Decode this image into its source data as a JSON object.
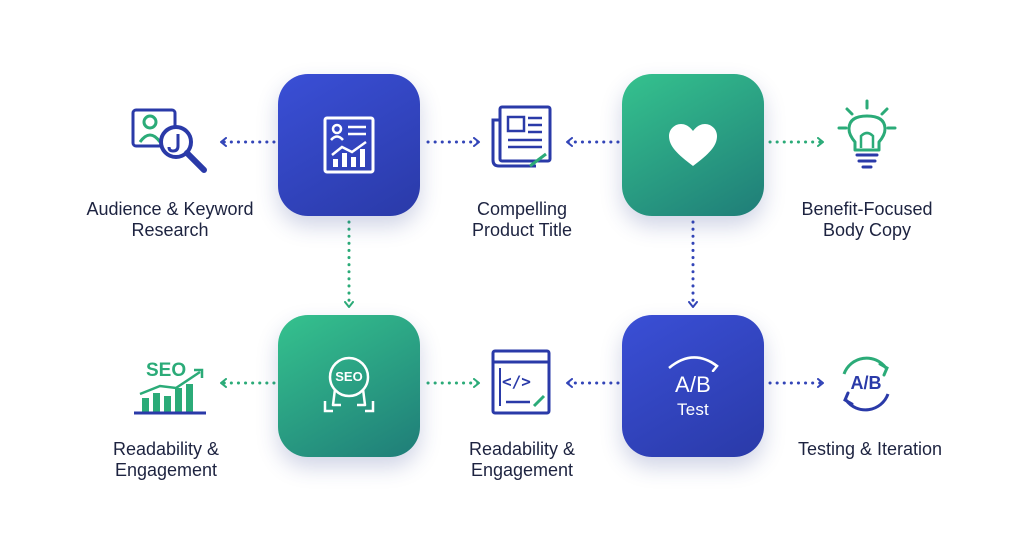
{
  "colors": {
    "blue": "#3a4fd6",
    "blue_dark": "#2a3aa8",
    "green": "#35c28e",
    "teal": "#1f7d78",
    "ink": "#1d2340",
    "arrow_blue": "#3345b8",
    "arrow_green": "#2bab78"
  },
  "labels": {
    "audience": [
      "Audience & Keyword",
      "Research"
    ],
    "title": [
      "Compelling",
      "Product Title"
    ],
    "benefit": [
      "Benefit-Focused",
      "Body Copy"
    ],
    "readability_left": [
      "Readability &",
      "Engagement"
    ],
    "readability_mid": [
      "Readability &",
      "Engagement"
    ],
    "testing": [
      "Testing & Iteration"
    ]
  },
  "tiles": {
    "research": {
      "icon": "report-chart-icon",
      "color": "blue"
    },
    "benefit": {
      "icon": "heart-icon",
      "color": "green"
    },
    "seo": {
      "icon": "seo-badge-icon",
      "color": "green",
      "text": "SEO"
    },
    "ab_test": {
      "icon": "ab-test-icon",
      "color": "blue",
      "text_top": "A/B",
      "text_bottom": "Test"
    }
  },
  "side_icons": {
    "audience": "audience-search-icon",
    "title": "newspaper-icon",
    "benefit": "lightbulb-icon",
    "readability_left": "seo-growth-icon",
    "readability_left_text": "SEO",
    "readability_mid": "code-editor-icon",
    "readability_mid_text": "</>",
    "testing": "ab-cycle-icon",
    "testing_text": "A/B"
  }
}
